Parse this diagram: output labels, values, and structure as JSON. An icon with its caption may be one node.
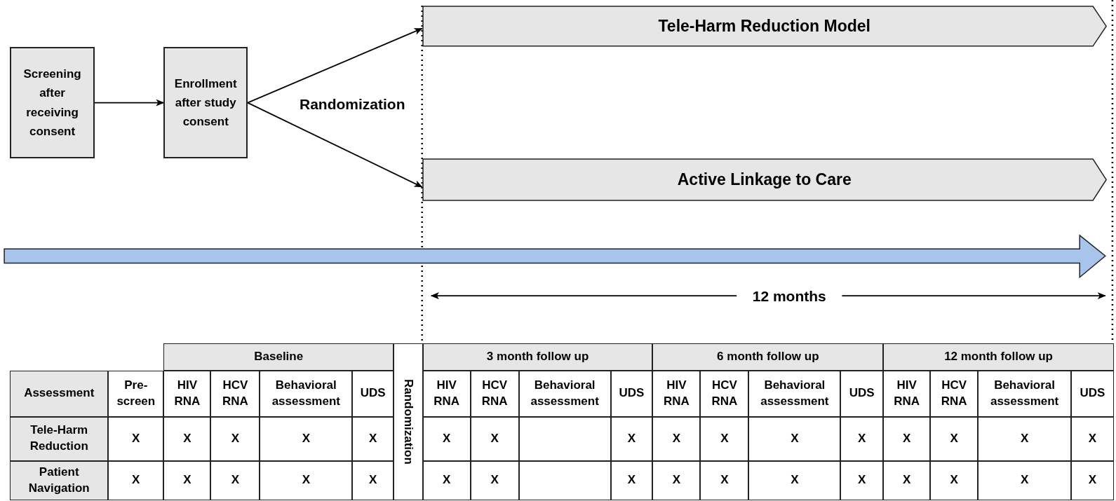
{
  "diagram": {
    "nodes": [
      {
        "text": [
          "Screening after receiving consent"
        ]
      },
      {
        "text": [
          "Enrollment after study consent"
        ]
      },
      {
        "text": [
          "Tele-Harm Reduction Model"
        ]
      },
      {
        "text": [
          "Active Linkage to Care"
        ]
      }
    ],
    "edges": [
      {
        "from": 0,
        "to": 1,
        "arrow": "to"
      },
      {
        "from": 1,
        "to": 2,
        "arrow": "to"
      },
      {
        "from": 1,
        "to": 3,
        "arrow": "to"
      }
    ],
    "labels": [
      "Randomization",
      "12 months",
      "Baseline",
      "Randomization",
      "3 month follow up",
      "6 month follow up",
      "12 month follow up",
      "Assessment",
      "Pre-screen",
      "HIV RNA",
      "HCV RNA",
      "Behavioral assessment",
      "UDS",
      "HIV RNA",
      "HCV RNA",
      "Behavioral assessment",
      "UDS",
      "HIV RNA",
      "HCV RNA",
      "Behavioral assessment",
      "UDS",
      "HIV RNA",
      "HCV RNA",
      "Behavioral assessment",
      "UDS",
      "Tele-Harm Reduction",
      "X",
      "X",
      "X",
      "X",
      "X",
      "X",
      "X",
      "X",
      "X",
      "X",
      "X",
      "X",
      "X",
      "X",
      "X",
      "X",
      "Patient Navigation",
      "X",
      "X",
      "X",
      "X",
      "X",
      "X",
      "X",
      "X",
      "X",
      "X",
      "X",
      "X",
      "X",
      "X",
      "X",
      "X"
    ]
  }
}
